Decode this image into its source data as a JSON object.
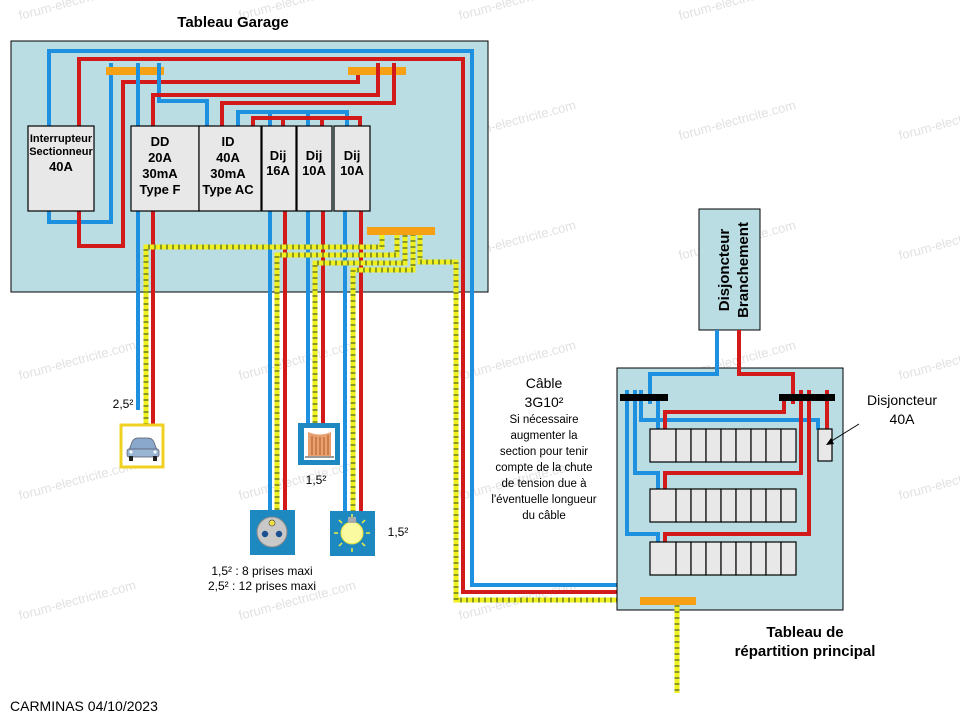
{
  "garage_panel": {
    "title": "Tableau Garage",
    "interrupteur": [
      "Interrupteur",
      "Sectionneur",
      "40A"
    ],
    "dd": [
      "DD",
      "20A",
      "30mA",
      "Type F"
    ],
    "id": [
      "ID",
      "40A",
      "30mA",
      "Type AC"
    ],
    "breakers": [
      [
        "Dij",
        "16A"
      ],
      [
        "Dij",
        "10A"
      ],
      [
        "Dij",
        "10A"
      ]
    ]
  },
  "circuits": {
    "car_charger": {
      "section": "2,5²",
      "icon": "car-icon"
    },
    "gate_motor": {
      "section": "1,5²",
      "icon": "gate-icon"
    },
    "socket": {
      "icon": "socket-icon",
      "note_line1": "1,5² : 8 prises maxi",
      "note_line2": "2,5² : 12 prises maxi"
    },
    "lighting": {
      "section": "1,5²",
      "icon": "light-bulb-icon"
    }
  },
  "cable_note": {
    "line1": "Câble",
    "line2": "3G10²",
    "lines": [
      "Si nécessaire",
      "augmenter  la",
      "section pour tenir",
      "compte de la chute",
      "de tension due à",
      "l'éventuelle  longueur",
      "du câble"
    ]
  },
  "branchement": {
    "line1": "Disjoncteur",
    "line2": "Branchement"
  },
  "disjoncteur_40a": {
    "line1": "Disjoncteur",
    "line2": "40A"
  },
  "main_panel": {
    "title1": "Tableau de",
    "title2": "répartition  principal"
  },
  "footer": {
    "author": "CARMINAS 04/10/2023"
  },
  "watermark": "forum-electricite.com",
  "colors": {
    "phase": "#d21a1a",
    "neutral": "#1e90e0",
    "earth": "#f0f020",
    "comb": "#f5a015",
    "panel": "#b9dde3"
  }
}
